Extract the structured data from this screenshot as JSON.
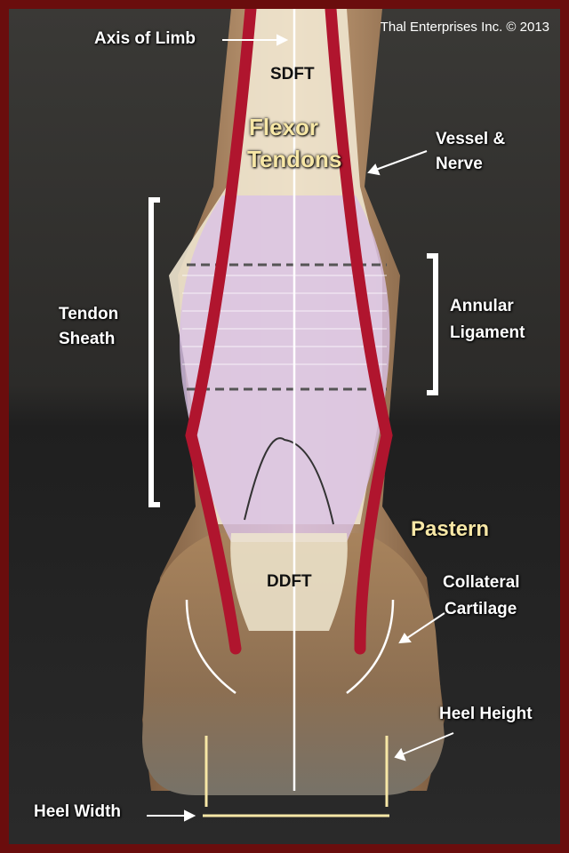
{
  "credit": "Thal Enterprises Inc. © 2013",
  "labels": {
    "axis": "Axis of Limb",
    "sdft": "SDFT",
    "flexor1": "Flexor",
    "flexor2": "Tendons",
    "vessel1": "Vessel &",
    "vessel2": "Nerve",
    "sheath1": "Tendon",
    "sheath2": "Sheath",
    "annular1": "Annular",
    "annular2": "Ligament",
    "pastern": "Pastern",
    "ddft": "DDFT",
    "cart1": "Collateral",
    "cart2": "Cartilage",
    "heel_height": "Heel Height",
    "heel_width": "Heel Width"
  },
  "colors": {
    "border": "#6a0d0d",
    "vessel": "#b0152e",
    "sheath": "#d9c2e6",
    "label_yellow": "#f7e7a6"
  }
}
